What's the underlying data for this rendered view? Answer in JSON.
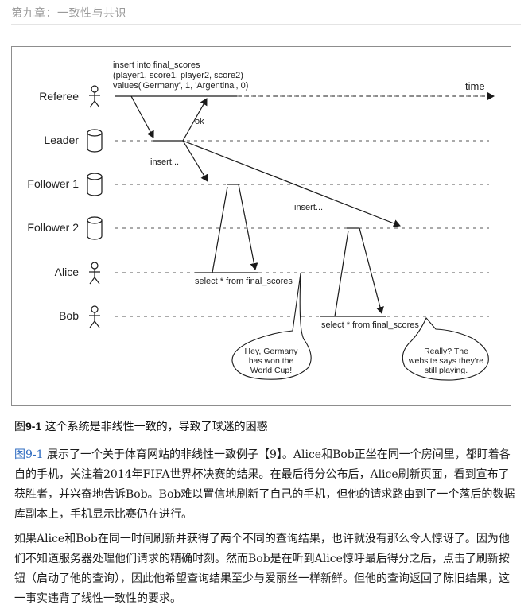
{
  "header": {
    "running_head": "第九章：一致性与共识"
  },
  "figure": {
    "actors": {
      "referee": "Referee",
      "leader": "Leader",
      "follower1": "Follower 1",
      "follower2": "Follower 2",
      "alice": "Alice",
      "bob": "Bob"
    },
    "time_label": "time",
    "insert_stmt": [
      "insert into final_scores",
      "(player1, score1, player2, score2)",
      "values('Germany', 1, 'Argentina', 0)"
    ],
    "ok_label": "ok",
    "insert_short_1": "insert...",
    "insert_short_2": "insert...",
    "select_alice": "select * from final_scores",
    "select_bob": "select * from final_scores",
    "bubble_alice": [
      "Hey, Germany",
      "has won the",
      "World Cup!"
    ],
    "bubble_bob": [
      "Really? The",
      "website says they're",
      "still playing."
    ]
  },
  "caption": {
    "prefix": "图",
    "number": "9-1",
    "text": " 这个系统是非线性一致的，导致了球迷的困惑"
  },
  "para1": {
    "ref": "图9-1",
    "text": " 展示了一个关于体育网站的非线性一致例子【9】。Alice和Bob正坐在同一个房间里，都盯着各自的手机，关注着2014年FIFA世界杯决赛的结果。在最后得分公布后，Alice刷新页面，看到宣布了获胜者，并兴奋地告诉Bob。Bob难以置信地刷新了自己的手机，但他的请求路由到了一个落后的数据库副本上，手机显示比赛仍在进行。"
  },
  "para2": {
    "text": "如果Alice和Bob在同一时间刷新并获得了两个不同的查询结果，也许就没有那么令人惊讶了。因为他们不知道服务器处理他们请求的精确时刻。然而Bob是在听到Alice惊呼最后得分之后，点击了刷新按钮（启动了他的查询），因此他希望查询结果至少与爱丽丝一样新鲜。但他的查询返回了陈旧结果，这一事实违背了线性一致性的要求。"
  },
  "colors": {
    "link": "#2e6bc0",
    "header": "#9a9a9a",
    "lines": "#1a1a1a"
  }
}
